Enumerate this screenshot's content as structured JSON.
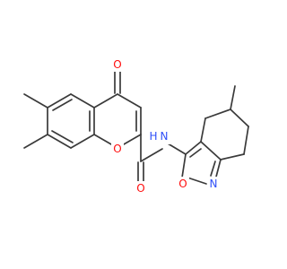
{
  "colors": {
    "background": "#ffffff",
    "bond": "#3a3a3a",
    "oxygen": "#ff0d0d",
    "nitrogen": "#3050f8"
  },
  "atom_labels": {
    "ketone_oxygen": "O",
    "ring_oxygen": "O",
    "amide_oxygen": "O",
    "amide_nitrogen": "N",
    "amide_hydrogen": "H",
    "isoxazole_oxygen": "O",
    "isoxazole_nitrogen": "N"
  }
}
